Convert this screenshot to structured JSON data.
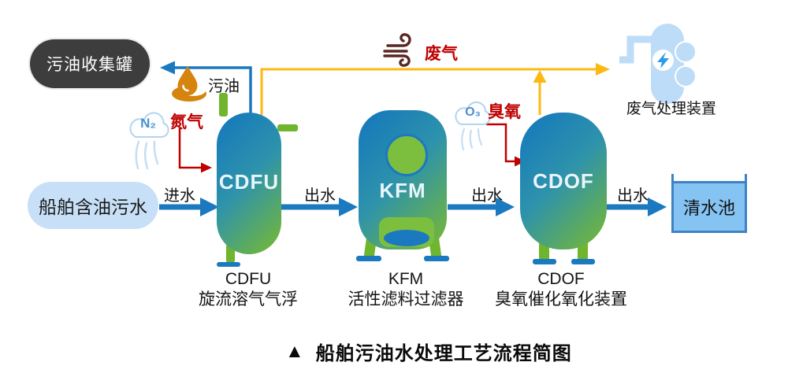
{
  "title": {
    "marker": "▲",
    "text": "船舶污油水处理工艺流程简图"
  },
  "nodes": {
    "oil_collection_tank": "污油收集罐",
    "feed_water": "船舶含油污水",
    "clean_pool": "清水池",
    "gas_treatment_device": "废气处理装置"
  },
  "tanks": [
    {
      "id": "cdfu",
      "label": "CDFU",
      "caption_abbr": "CDFU",
      "caption_name": "旋流溶气气浮"
    },
    {
      "id": "kfm",
      "label": "KFM",
      "caption_abbr": "KFM",
      "caption_name": "活性滤料过滤器"
    },
    {
      "id": "cdof",
      "label": "CDOF",
      "caption_abbr": "CDOF",
      "caption_name": "臭氧催化氧化装置"
    }
  ],
  "streams": {
    "inlet": "进水",
    "outlet_1": "出水",
    "outlet_2": "出水",
    "outlet_3": "出水",
    "waste_oil": "污油",
    "nitrogen": "氮气",
    "nitrogen_symbol": "N₂",
    "ozone": "臭氧",
    "ozone_symbol": "O₃",
    "waste_gas": "废气"
  },
  "icons": {
    "oil_drop": "oil-drop-icon",
    "nitrogen_cloud": "n2-cloud-icon",
    "ozone_cloud": "o3-cloud-icon",
    "wind": "wind-icon",
    "lightning": "lightning-bolt-icon"
  },
  "colors": {
    "flow_arrow_blue": "#1b79c0",
    "gas_line_yellow": "#fdb813",
    "dosing_line_red": "#c00000",
    "tank_gradient_start": "#1376be",
    "tank_gradient_end": "#79ba2e",
    "tank_fitting_green": "#6fb52d",
    "dark_badge": "#3d3d3d",
    "feed_pill": "#c7e0f7",
    "pool_fill": "#85c3f2",
    "pool_border": "#3f82c4",
    "device_icon_blue": "#bddcf8",
    "lightning_blue": "#2e9be8",
    "oil_icon_orange": "#d5850e",
    "wind_icon_maroon": "#5a2721",
    "cloud_stroke": "#b5d4ee"
  }
}
